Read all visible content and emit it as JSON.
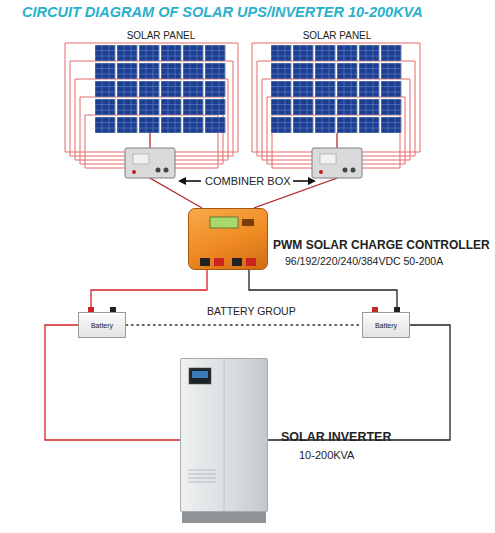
{
  "diagram": {
    "title": "CIRCUIT DIAGRAM OF SOLAR UPS/INVERTER 10-200KVA",
    "nodes": [
      {
        "text": [
          "SOLAR PANEL"
        ]
      },
      {
        "text": [
          "SOLAR PANEL"
        ]
      },
      {
        "text": [
          "PWM SOLAR CHARGE CONTROLLER",
          "96/192/220/240/384VDC 50-200A"
        ]
      },
      {
        "text": [
          "Battery"
        ]
      },
      {
        "text": [
          "Battery"
        ]
      },
      {
        "text": [
          "SOLAR INVERTER",
          "10-200KVA"
        ]
      }
    ],
    "edges": [
      {
        "from": 0,
        "to": 2,
        "arrow": "none"
      },
      {
        "from": 1,
        "to": 2,
        "arrow": "none"
      },
      {
        "from": 2,
        "to": 3,
        "arrow": "none"
      },
      {
        "from": 2,
        "to": 4,
        "arrow": "none"
      },
      {
        "from": 3,
        "to": 5,
        "arrow": "none"
      },
      {
        "from": 4,
        "to": 5,
        "arrow": "none"
      },
      {
        "from": 3,
        "to": 4,
        "arrow": "none"
      }
    ],
    "labels": [
      "COMBINER BOX",
      "BATTERY GROUP"
    ]
  }
}
